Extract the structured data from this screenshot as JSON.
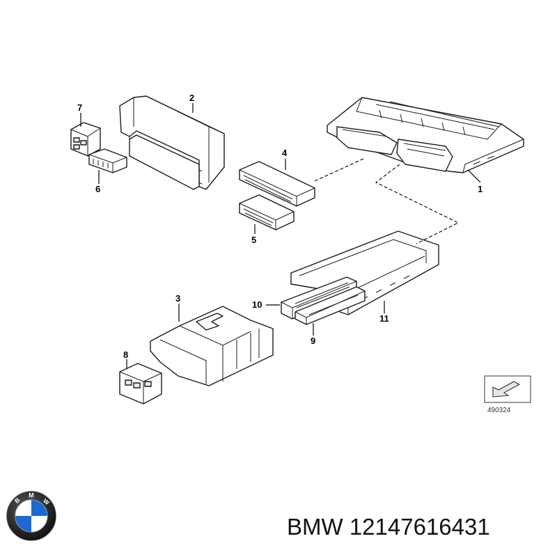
{
  "diagram": {
    "callouts": [
      "1",
      "2",
      "3",
      "4",
      "5",
      "6",
      "7",
      "8",
      "9",
      "10",
      "11"
    ],
    "reference_code": "490324"
  },
  "logo": {
    "letters": "BMW",
    "icon": "bmw-roundel-icon"
  },
  "caption": {
    "brand": "BMW",
    "part_number": "12147616431"
  },
  "colors": {
    "line": "#1a1a1a",
    "logo_blue": "#1c69d4",
    "logo_ring": "#1a1a1a"
  }
}
